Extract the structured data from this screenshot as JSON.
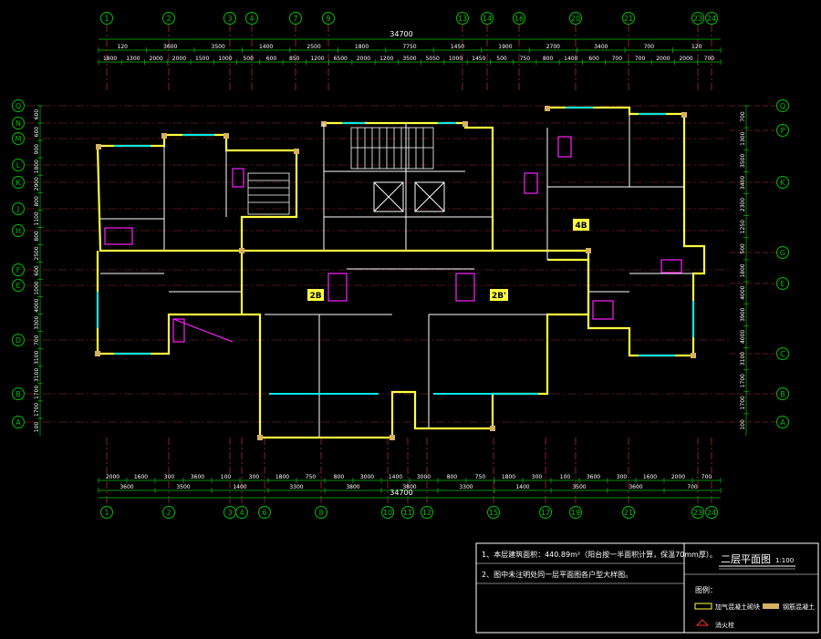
{
  "colors": {
    "background": "#000000",
    "axis_line": "#c0303a",
    "dim_line": "#00c000",
    "dim_text": "#ffffff",
    "wall": "#ffff40",
    "wall_fill": "#d8b060",
    "partition": "#ffffff",
    "magenta": "#ff20ff",
    "cyan": "#00e8e8",
    "grid_bubble": "#00c000",
    "title_frame": "#ffffff"
  },
  "total_dimension": "34700",
  "top_axes": [
    "1",
    "2",
    "3",
    "4",
    "7",
    "9",
    "13",
    "14",
    "16",
    "20",
    "21",
    "23",
    "24"
  ],
  "bottom_axes": [
    "1",
    "2",
    "3",
    "4",
    "6",
    "8",
    "10",
    "11",
    "12",
    "15",
    "17",
    "19",
    "21",
    "23",
    "24"
  ],
  "left_axes": [
    "Q",
    "N",
    "M",
    "L",
    "K",
    "J",
    "H",
    "F",
    "E",
    "D",
    "B",
    "A"
  ],
  "right_axes": [
    "Q",
    "P",
    "K",
    "G",
    "E",
    "C",
    "B",
    "A"
  ],
  "top_dim_row1": [
    "120",
    "3600",
    "3500",
    "1400",
    "2500",
    "1800",
    "7750",
    "1450",
    "1900",
    "2700",
    "3400",
    "700",
    "120"
  ],
  "top_dim_row2": [
    "1800",
    "1300",
    "2000",
    "2000",
    "1500",
    "1000",
    "500",
    "600",
    "850",
    "1200",
    "6500",
    "2000",
    "1200",
    "3500",
    "5050",
    "1000",
    "1450",
    "500",
    "750",
    "800",
    "1400",
    "600",
    "700",
    "700",
    "2000",
    "2000",
    "700"
  ],
  "bottom_dim_row1": [
    "2000",
    "1600",
    "300",
    "3600",
    "100",
    "300",
    "1800",
    "750",
    "800",
    "3000",
    "1400",
    "3000",
    "800",
    "750",
    "1800",
    "300",
    "100",
    "3600",
    "300",
    "1600",
    "2000",
    "700"
  ],
  "bottom_dim_row2": [
    "3600",
    "3500",
    "1400",
    "3300",
    "3800",
    "3800",
    "3300",
    "1400",
    "3500",
    "3600",
    "700"
  ],
  "left_dims": [
    "600",
    "600",
    "900",
    "1800",
    "2900",
    "800",
    "1100",
    "800",
    "2500",
    "600",
    "1000",
    "4000",
    "3300",
    "700",
    "3100",
    "3100",
    "1700",
    "1700",
    "100"
  ],
  "right_dims": [
    "700",
    "1300",
    "3500",
    "3400",
    "2300",
    "1250",
    "500",
    "1800",
    "4000",
    "3900",
    "4000",
    "3100",
    "1700",
    "1700",
    "100"
  ],
  "room_labels": {
    "unit_4b": "4B",
    "unit_2b_left": "2B",
    "unit_2b_right": "2B'"
  },
  "notes": [
    "1、本层建筑面积：440.89m²（阳台按一半面积计算，保温70mm厚）。",
    "2、图中未注明处同一层平面图各户型大样图。"
  ],
  "title": "二层平面图",
  "scale": "1:100",
  "legend_title": "图例：",
  "legend_items": [
    {
      "label": "加气混凝土砌块",
      "swatch": "#ffff40"
    },
    {
      "label": "钢筋混凝土",
      "swatch": "#d8b060"
    },
    {
      "label": "消火栓",
      "swatch": "#ff3030"
    }
  ]
}
